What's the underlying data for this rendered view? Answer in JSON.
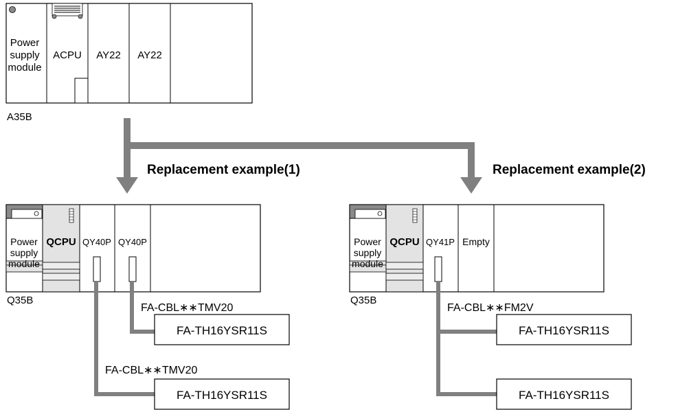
{
  "top_rack": {
    "base_label": "A35B",
    "slots": {
      "power": [
        "Power",
        "supply",
        "module"
      ],
      "cpu": "ACPU",
      "slot1": "AY22",
      "slot2": "AY22"
    }
  },
  "replacement_1": {
    "caption": "Replacement example(1)",
    "base_label": "Q35B",
    "slots": {
      "power": [
        "Power",
        "supply",
        "module"
      ],
      "cpu": "QCPU",
      "slot1": "QY40P",
      "slot2": "QY40P"
    },
    "cables": [
      "FA-CBL∗∗TMV20",
      "FA-CBL∗∗TMV20"
    ],
    "terminals": [
      "FA-TH16YSR11S",
      "FA-TH16YSR11S"
    ]
  },
  "replacement_2": {
    "caption": "Replacement example(2)",
    "base_label": "Q35B",
    "slots": {
      "power": [
        "Power",
        "supply",
        "module"
      ],
      "cpu": "QCPU",
      "slot1": "QY41P",
      "slot2": "Empty"
    },
    "cable": "FA-CBL∗∗FM2V",
    "terminals": [
      "FA-TH16YSR11S",
      "FA-TH16YSR11S"
    ]
  },
  "colors": {
    "connector_gray": "#808080",
    "cpu_fill": "#e3e3e3",
    "power_cap": "#8a8a8a"
  }
}
